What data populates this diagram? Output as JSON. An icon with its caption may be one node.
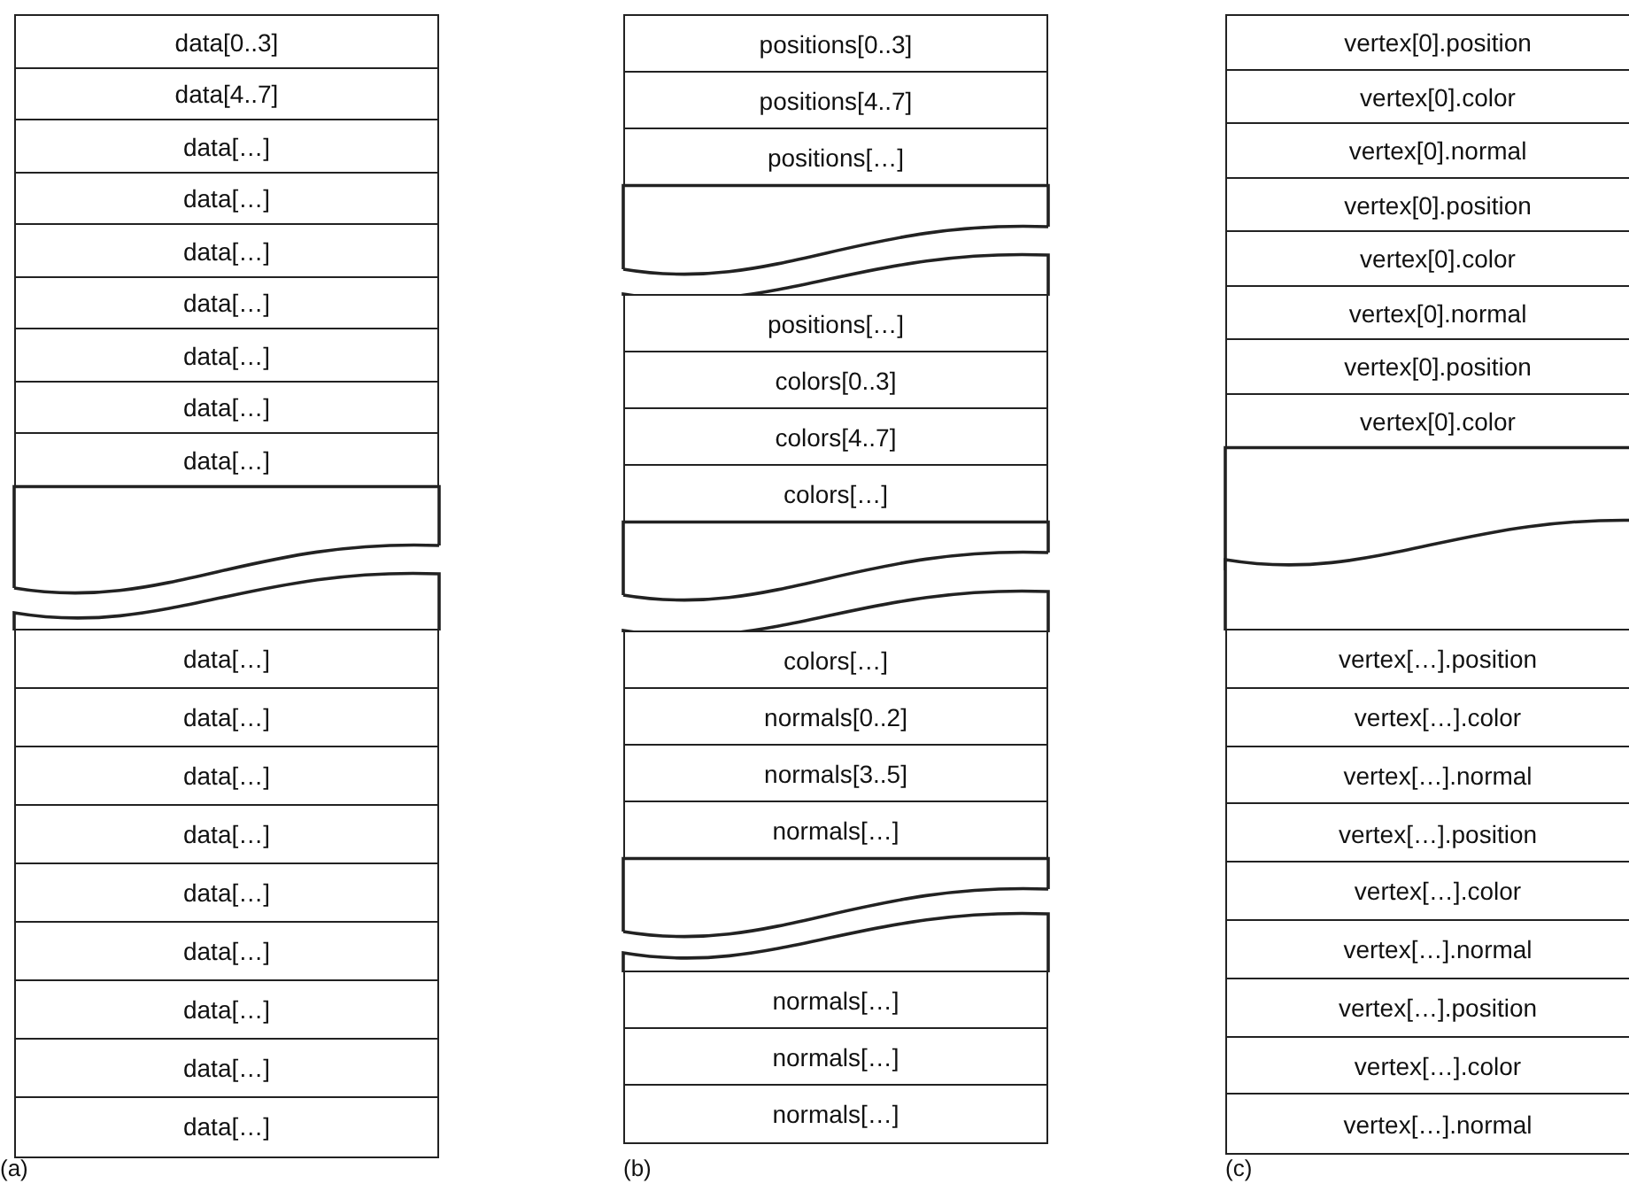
{
  "diagram": {
    "nodes": [
      {
        "text": [
          "data[0..3]"
        ]
      },
      {
        "text": [
          "data[4..7]"
        ]
      },
      {
        "text": [
          "data[…]"
        ]
      },
      {
        "text": [
          "data[…]"
        ]
      },
      {
        "text": [
          "data[…]"
        ]
      },
      {
        "text": [
          "data[…]"
        ]
      },
      {
        "text": [
          "data[…]"
        ]
      },
      {
        "text": [
          "data[…]"
        ]
      },
      {
        "text": [
          "data[…]"
        ]
      },
      {
        "text": [],
        "shape": "box"
      },
      {
        "text": [],
        "shape": "box"
      },
      {
        "text": [
          "data[…]"
        ]
      },
      {
        "text": [
          "data[…]"
        ]
      },
      {
        "text": [
          "data[…]"
        ]
      },
      {
        "text": [
          "data[…]"
        ]
      },
      {
        "text": [
          "data[…]"
        ]
      },
      {
        "text": [
          "data[…]"
        ]
      },
      {
        "text": [
          "data[…]"
        ]
      },
      {
        "text": [
          "data[…]"
        ]
      },
      {
        "text": [
          "data[…]"
        ]
      },
      {
        "text": [
          "positions[0..3]"
        ]
      },
      {
        "text": [
          "positions[4..7]"
        ]
      },
      {
        "text": [
          "positions[…]"
        ]
      },
      {
        "text": [],
        "shape": "box"
      },
      {
        "text": [],
        "shape": "box"
      },
      {
        "text": [
          "positions[…]"
        ]
      },
      {
        "text": [
          "colors[0..3]"
        ]
      },
      {
        "text": [
          "colors[4..7]"
        ]
      },
      {
        "text": [
          "colors[…]"
        ]
      },
      {
        "text": [],
        "shape": "box"
      },
      {
        "text": [],
        "shape": "box"
      },
      {
        "text": [
          "colors[…]"
        ]
      },
      {
        "text": [
          "normals[0..2]"
        ]
      },
      {
        "text": [
          "normals[3..5]"
        ]
      },
      {
        "text": [
          "normals[…]"
        ]
      },
      {
        "text": [],
        "shape": "box"
      },
      {
        "text": [],
        "shape": "box"
      },
      {
        "text": [
          "normals[…]"
        ]
      },
      {
        "text": [
          "normals[…]"
        ]
      },
      {
        "text": [
          "normals[…]"
        ]
      },
      {
        "text": [
          "vertex[0].position"
        ]
      },
      {
        "text": [
          "vertex[0].color"
        ]
      },
      {
        "text": [
          "vertex[0].normal"
        ]
      },
      {
        "text": [
          "vertex[0].position"
        ]
      },
      {
        "text": [
          "vertex[0].color"
        ]
      },
      {
        "text": [
          "vertex[0].normal"
        ]
      },
      {
        "text": [
          "vertex[0].position"
        ]
      },
      {
        "text": [
          "vertex[0].color"
        ]
      },
      {
        "text": [],
        "shape": "box"
      },
      {
        "text": [],
        "shape": "box"
      },
      {
        "text": [
          "vertex[…].position"
        ]
      },
      {
        "text": [
          "vertex[…].color"
        ]
      },
      {
        "text": [
          "vertex[…].normal"
        ]
      },
      {
        "text": [
          "vertex[…].position"
        ]
      },
      {
        "text": [
          "vertex[…].color"
        ]
      },
      {
        "text": [
          "vertex[…].normal"
        ]
      },
      {
        "text": [
          "vertex[…].position"
        ]
      },
      {
        "text": [
          "vertex[…].color"
        ]
      },
      {
        "text": [
          "vertex[…].normal"
        ]
      }
    ],
    "labels": [
      "(a)",
      "(b)",
      "(c)"
    ]
  }
}
